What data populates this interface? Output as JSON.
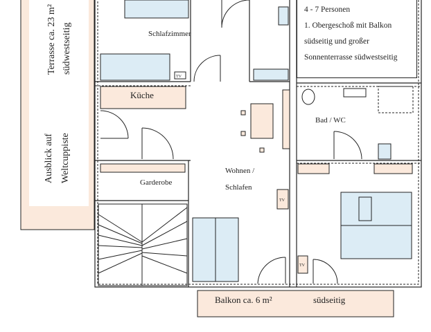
{
  "terrace": {
    "line1": "Terrasse  ca.  23 m²",
    "line2": "südwestseitig",
    "view1": "Ausblick auf",
    "view2": "Weltcuppiste"
  },
  "info": {
    "persons": "4  -  7  Personen",
    "floor": "1. Obergeschoß mit Balkon",
    "line3": "südseitig und großer",
    "line4": "Sonnenterrasse südwestseitig"
  },
  "rooms": {
    "bedroom1": "Schlafzimmer",
    "kitchen": "Küche",
    "bath": "Bad / WC",
    "living1": "Wohnen /",
    "living2": "Schlafen",
    "wardrobe": "Garderobe",
    "balcony": "Balkon    ca.  6 m²",
    "balcony_side": "südseitig",
    "tv": "TV"
  },
  "colors": {
    "accent": "#fbe9dc",
    "furniture": "#dcecf5"
  }
}
